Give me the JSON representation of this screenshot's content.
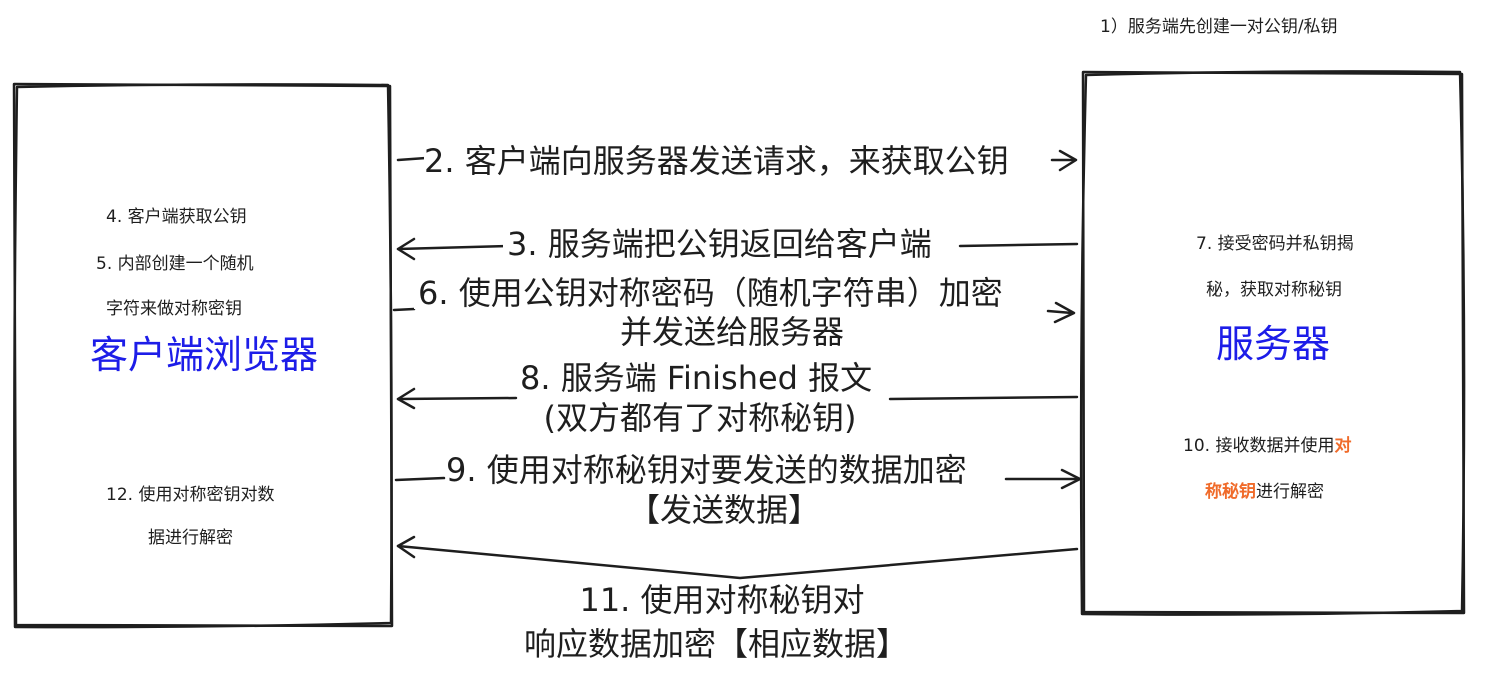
{
  "colors": {
    "stroke": "#1e1e1e",
    "title": "#1d1de8",
    "highlight": "#f06b2a"
  },
  "client": {
    "title": "客户端浏览器",
    "note_4": "4. 客户端获取公钥",
    "note_5_line1": "5. 内部创建一个随机",
    "note_5_line2": "字符来做对称密钥",
    "note_12_line1": "12. 使用对称密钥对数",
    "note_12_line2": "据进行解密"
  },
  "server": {
    "title": "服务器",
    "note_1": "1）服务端先创建一对公钥/私钥",
    "note_7_line1": "7. 接受密码并私钥揭",
    "note_7_line2": "秘，获取对称秘钥",
    "note_10_prefix": "10. 接收数据并使用",
    "note_10_highlight_1": "对",
    "note_10_highlight_2": "称秘钥",
    "note_10_suffix": "进行解密"
  },
  "arrows": {
    "step_2": "2. 客户端向服务器发送请求，来获取公钥",
    "step_3": "3. 服务端把公钥返回给客户端",
    "step_6_line1": "6. 使用公钥对称密码（随机字符串）加密",
    "step_6_line2": "并发送给服务器",
    "step_8_line1": "8. 服务端 Finished 报文",
    "step_8_line2": "(双方都有了对称秘钥)",
    "step_9_line1": "9. 使用对称秘钥对要发送的数据加密",
    "step_9_line2": "【发送数据】",
    "step_11_line1": "11. 使用对称秘钥对",
    "step_11_line2": "响应数据加密【相应数据】"
  }
}
